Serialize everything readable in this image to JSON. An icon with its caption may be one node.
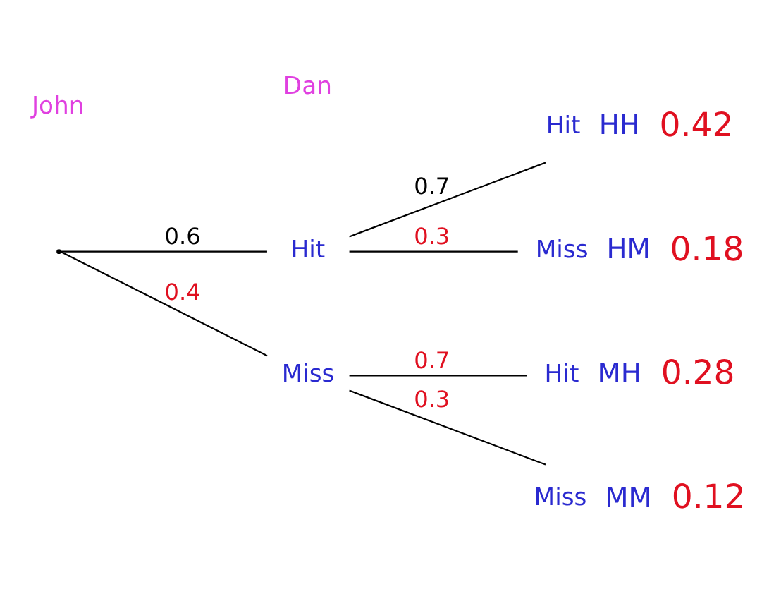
{
  "diagram": {
    "nodes": [
      {
        "text": [],
        "shape": "point"
      },
      {
        "text": [
          "Hit"
        ]
      },
      {
        "text": [
          "Miss"
        ]
      },
      {
        "text": [
          "Hit"
        ],
        "beside": [
          "HH",
          "0.42"
        ]
      },
      {
        "text": [
          "Miss"
        ],
        "beside": [
          "HM",
          "0.18"
        ]
      },
      {
        "text": [
          "Hit"
        ],
        "beside": [
          "MH",
          "0.28"
        ]
      },
      {
        "text": [
          "Miss"
        ],
        "beside": [
          "MM",
          "0.12"
        ]
      }
    ],
    "edges": [
      {
        "from": 0,
        "to": 1,
        "arrow": "none",
        "label": "0.6"
      },
      {
        "from": 0,
        "to": 2,
        "arrow": "none",
        "label": "0.4"
      },
      {
        "from": 1,
        "to": 3,
        "arrow": "none",
        "label": "0.7"
      },
      {
        "from": 1,
        "to": 4,
        "arrow": "none",
        "label": "0.3"
      },
      {
        "from": 2,
        "to": 5,
        "arrow": "none",
        "label": "0.7"
      },
      {
        "from": 2,
        "to": 6,
        "arrow": "none",
        "label": "0.3"
      }
    ],
    "labels": [
      "John",
      "Dan"
    ]
  }
}
